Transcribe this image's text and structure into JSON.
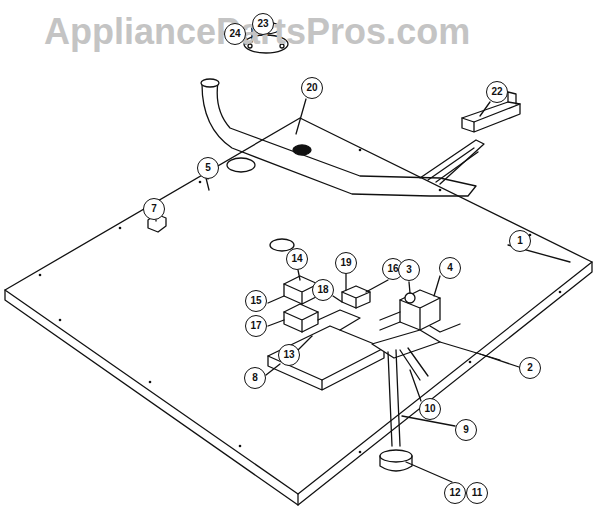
{
  "diagram": {
    "labels": [
      "AppliancePartsPros.com",
      "24",
      "23",
      "5",
      "20",
      "22",
      "7",
      "1",
      "14",
      "19",
      "16",
      "3",
      "4",
      "18",
      "15",
      "17",
      "13",
      "2",
      "8",
      "10",
      "9",
      "12",
      "11"
    ]
  }
}
